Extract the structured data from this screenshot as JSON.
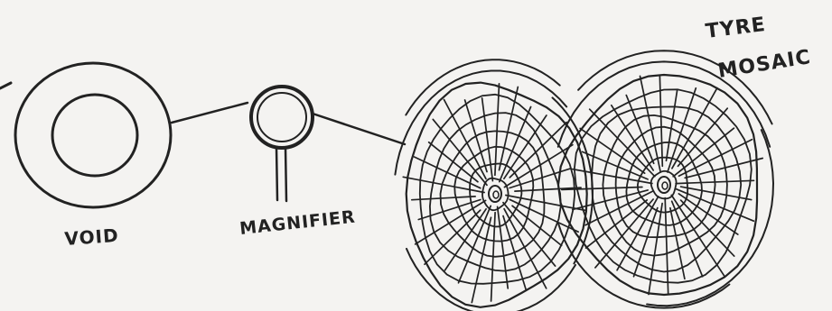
{
  "labels": {
    "void": "VOID",
    "magnifier": "MAGNIFIER",
    "tyre_mosaic_line1": "TYRE",
    "tyre_mosaic_line2": "MOSAIC"
  },
  "colors": {
    "ink": "#222222",
    "paper": "#f4f3f1"
  }
}
